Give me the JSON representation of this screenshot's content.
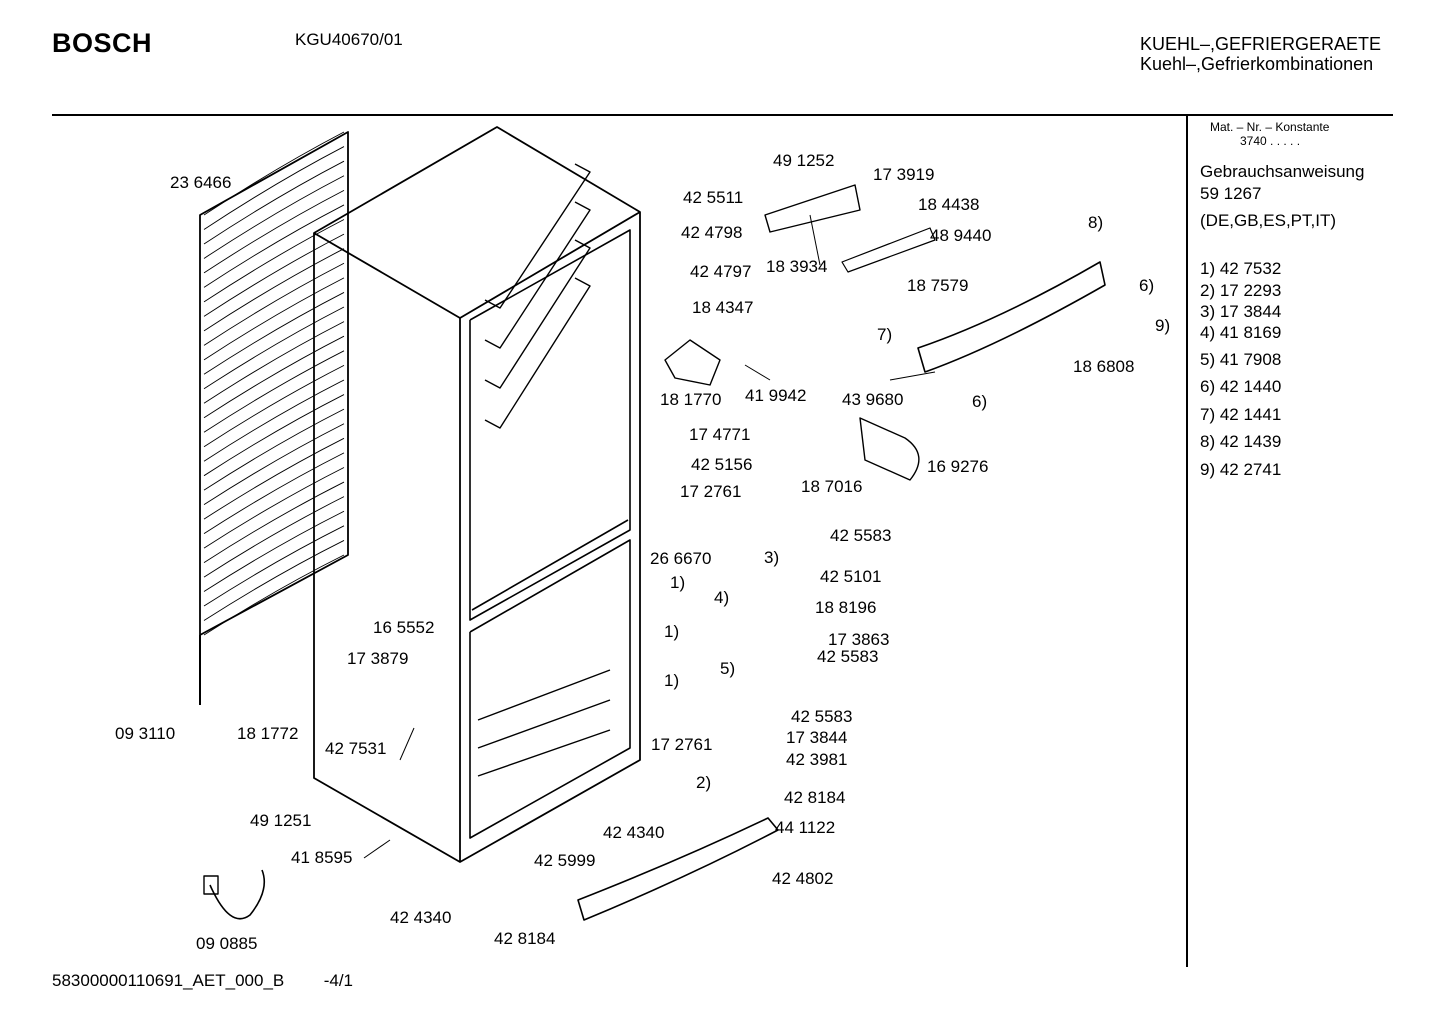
{
  "header": {
    "brand": "BOSCH",
    "model": "KGU40670/01",
    "category_line1": "KUEHL–,GEFRIERGERAETE",
    "category_line2": "Kuehl–,Gefrierkombinationen"
  },
  "sidebar": {
    "matnr_label": "Mat. – Nr. – Konstante",
    "matnr_value": "3740  .   .   .   .   .",
    "manual_title": "Gebrauchsanweisung",
    "manual_number": "59 1267",
    "languages": "(DE,GB,ES,PT,IT)",
    "footnotes": [
      "1)  42 7532",
      "2)  17 2293",
      "3)  17 3844",
      "4)  41 8169",
      "5)  41 7908",
      "6) 42 1440",
      "7) 42 1441",
      "8) 42 1439",
      "9) 42 2741"
    ]
  },
  "parts": {
    "p236466": "23 6466",
    "p425511": "42 5511",
    "p491252": "49 1252",
    "p173919": "17 3919",
    "p184438": "18 4438",
    "p424798": "42 4798",
    "p489440": "48 9440",
    "p183934": "18 3934",
    "p424797": "42 4797",
    "p187579": "18 7579",
    "p184347": "18 4347",
    "p181770": "18 1770",
    "p419942": "41 9942",
    "p439680": "43 9680",
    "p186808": "18 6808",
    "p174771": "17 4771",
    "p425156": "42 5156",
    "p169276": "16 9276",
    "p187016": "18 7016",
    "p172761a": "17 2761",
    "p266670": "26 6670",
    "p425583a": "42 5583",
    "p425101": "42 5101",
    "p188196": "18 8196",
    "p173863": "17 3863",
    "p425583b": "42 5583",
    "p165552": "16 5552",
    "p173879": "17 3879",
    "p093110": "09 3110",
    "p181772": "18 1772",
    "p427531": "42 7531",
    "p425583c": "42 5583",
    "p173844": "17 3844",
    "p423981": "42 3981",
    "p172761b": "17 2761",
    "p428184a": "42 8184",
    "p441122": "44 1122",
    "p491251": "49 1251",
    "p424340a": "42 4340",
    "p418595": "41 8595",
    "p425999": "42 5999",
    "p424802": "42 4802",
    "p424340b": "42 4340",
    "p428184b": "42 8184",
    "p090885": "09 0885"
  },
  "markers": {
    "m8": "8)",
    "m6a": "6)",
    "m9": "9)",
    "m7": "7)",
    "m6b": "6)",
    "m3": "3)",
    "m1a": "1)",
    "m4": "4)",
    "m1b": "1)",
    "m5": "5)",
    "m1c": "1)",
    "m2": "2)"
  },
  "footer": {
    "doc_id": "58300000110691_AET_000_B",
    "page": "-4/1"
  }
}
